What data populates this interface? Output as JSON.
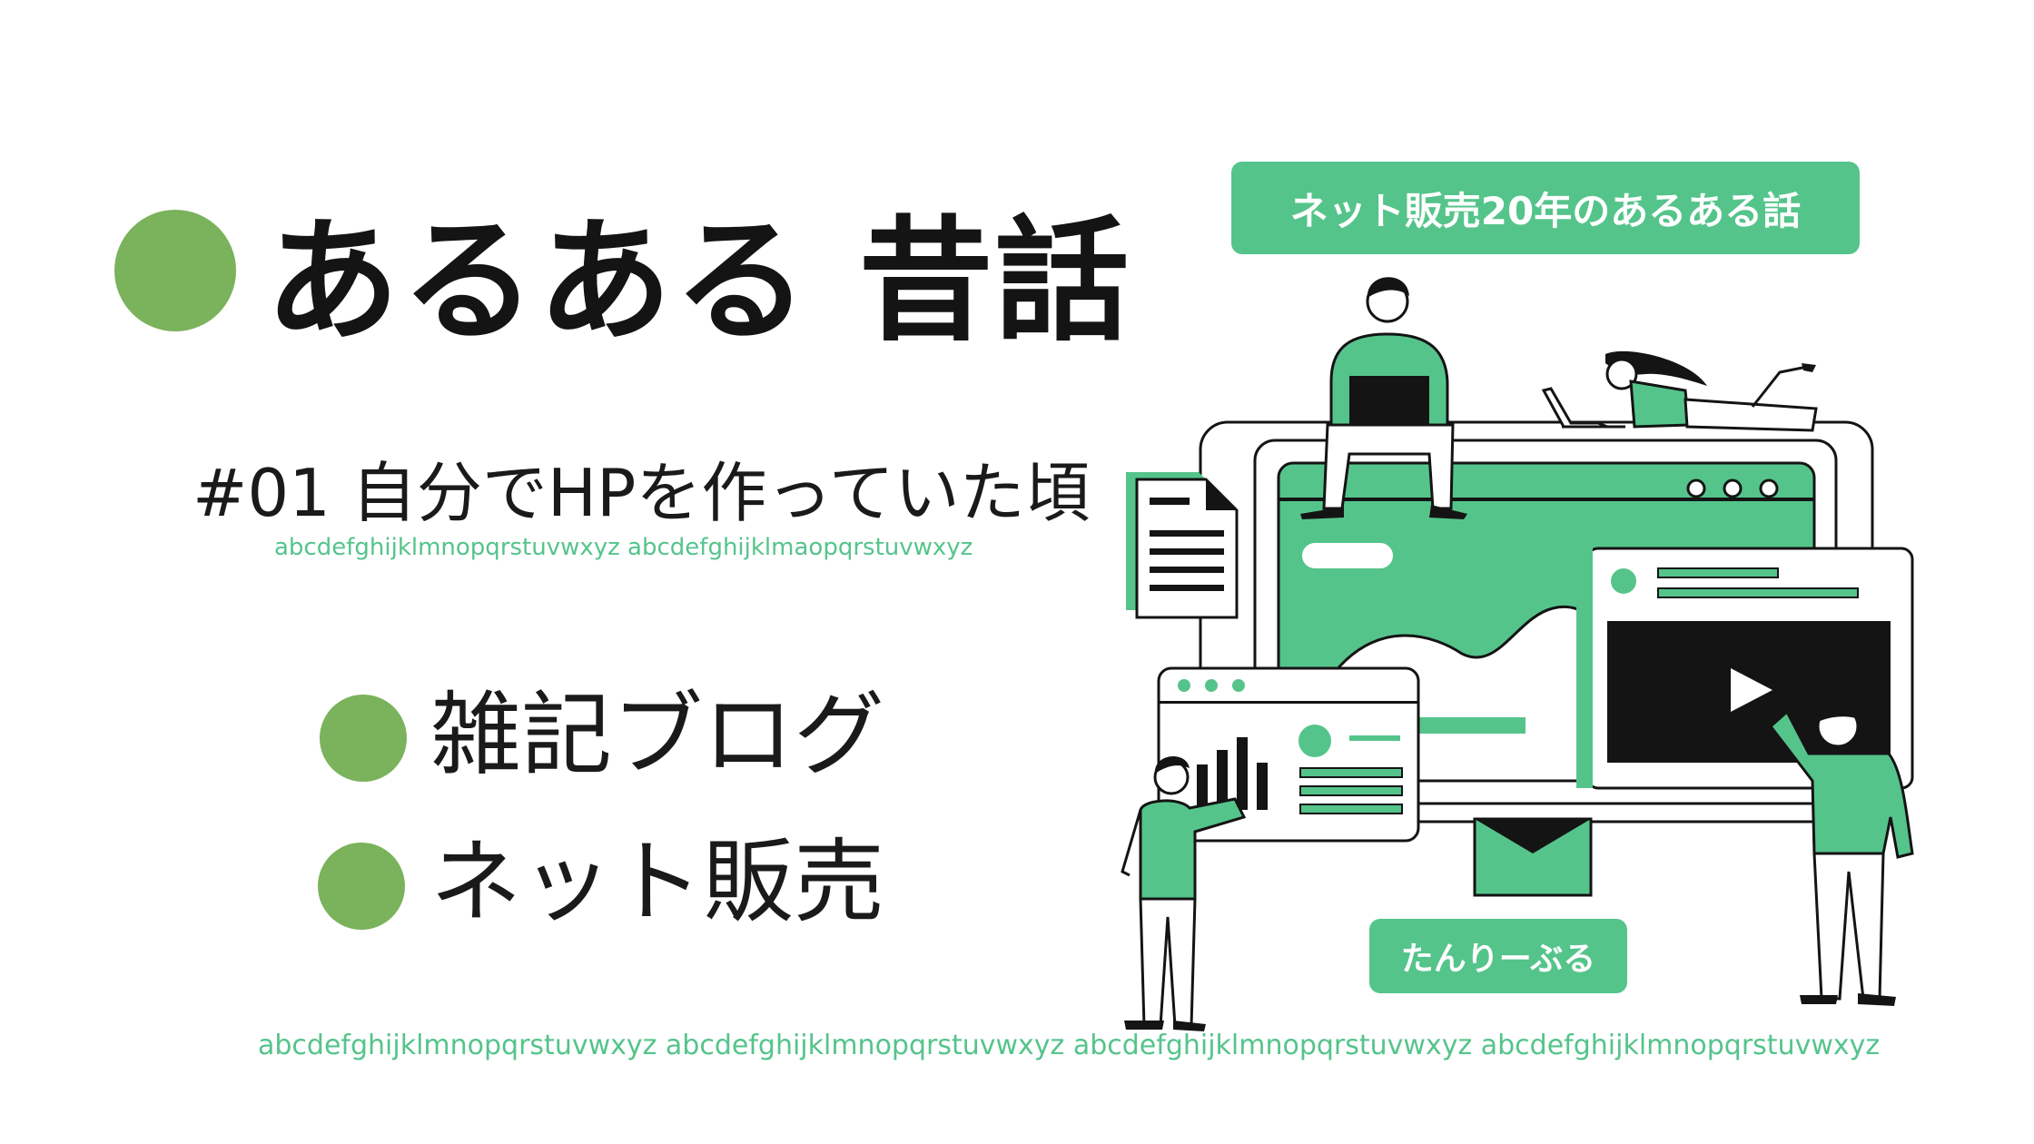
{
  "title": "あるある 昔話",
  "subtitle": "#01 自分でHPを作っていた頃",
  "alphabet_line_top": "abcdefghijklmnopqrstuvwxyz abcdefghijklmaopqrstuvwxyz",
  "items": [
    {
      "label": "雑記ブログ"
    },
    {
      "label": "ネット販売"
    }
  ],
  "badge_top": "ネット販売20年のあるある話",
  "badge_bottom": "たんりーぶる",
  "alphabet_line_bottom": "abcdefghijklmnopqrstuvwxyz abcdefghijklmnopqrstuvwxyz abcdefghijklmnopqrstuvwxyz abcdefghijklmnopqrstuvwxyz",
  "colors": {
    "bullet": "#7bb25c",
    "accent": "#55c48b",
    "ink": "#141414"
  },
  "illustration": {
    "icons": [
      "person-with-laptop-icon",
      "woman-lying-laptop-icon",
      "document-icon",
      "window-dots-icon",
      "video-play-icon",
      "bar-chart-icon",
      "envelope-icon",
      "pointing-person-icon"
    ]
  }
}
